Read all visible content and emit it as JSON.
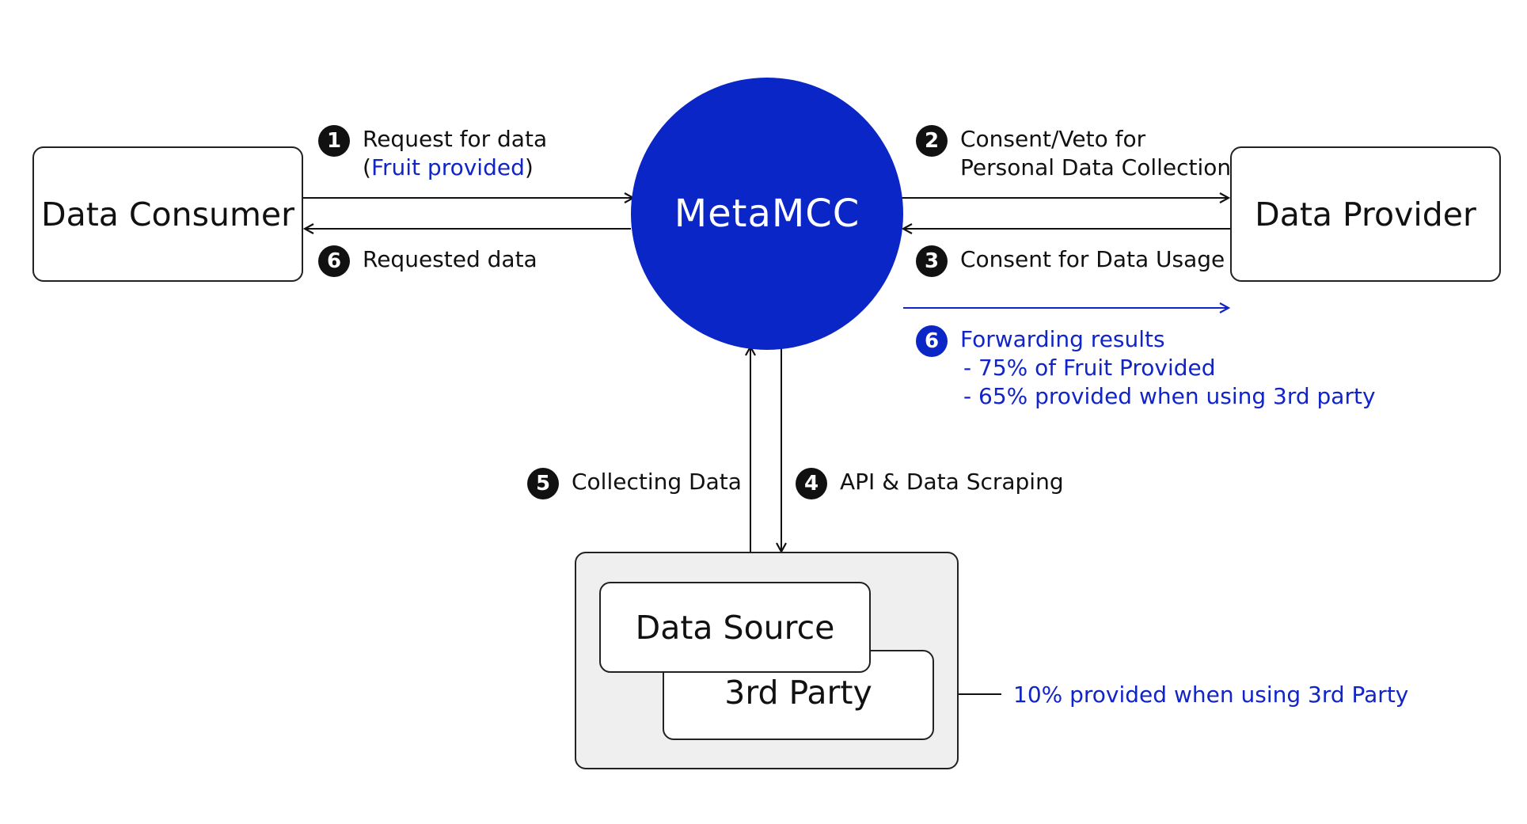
{
  "colors": {
    "hub": "#0a26c6",
    "accent_text": "#1024c8",
    "badge": "#111111",
    "panel": "#efefef"
  },
  "nodes": {
    "consumer": "Data Consumer",
    "provider": "Data Provider",
    "hub": "MetaMCC",
    "source": "Data Source",
    "third_party": "3rd Party"
  },
  "steps": {
    "request": {
      "num": "1",
      "line1": "Request for data",
      "line2_open": "(",
      "line2_highlight": "Fruit provided",
      "line2_close": ")"
    },
    "consent_veto": {
      "num": "2",
      "line1": "Consent/Veto for",
      "line2": "Personal Data Collection"
    },
    "consent_usage": {
      "num": "3",
      "text": "Consent for Data Usage"
    },
    "api": {
      "num": "4",
      "text": "API & Data Scraping"
    },
    "collecting": {
      "num": "5",
      "text": "Collecting Data"
    },
    "requested": {
      "num": "6",
      "text": "Requested data"
    },
    "forwarding": {
      "num": "6",
      "title": "Forwarding results",
      "bullets": [
        "- 75% of Fruit Provided",
        "- 65% provided when using 3rd party"
      ]
    }
  },
  "third_party_note": "10% provided when using 3rd Party"
}
